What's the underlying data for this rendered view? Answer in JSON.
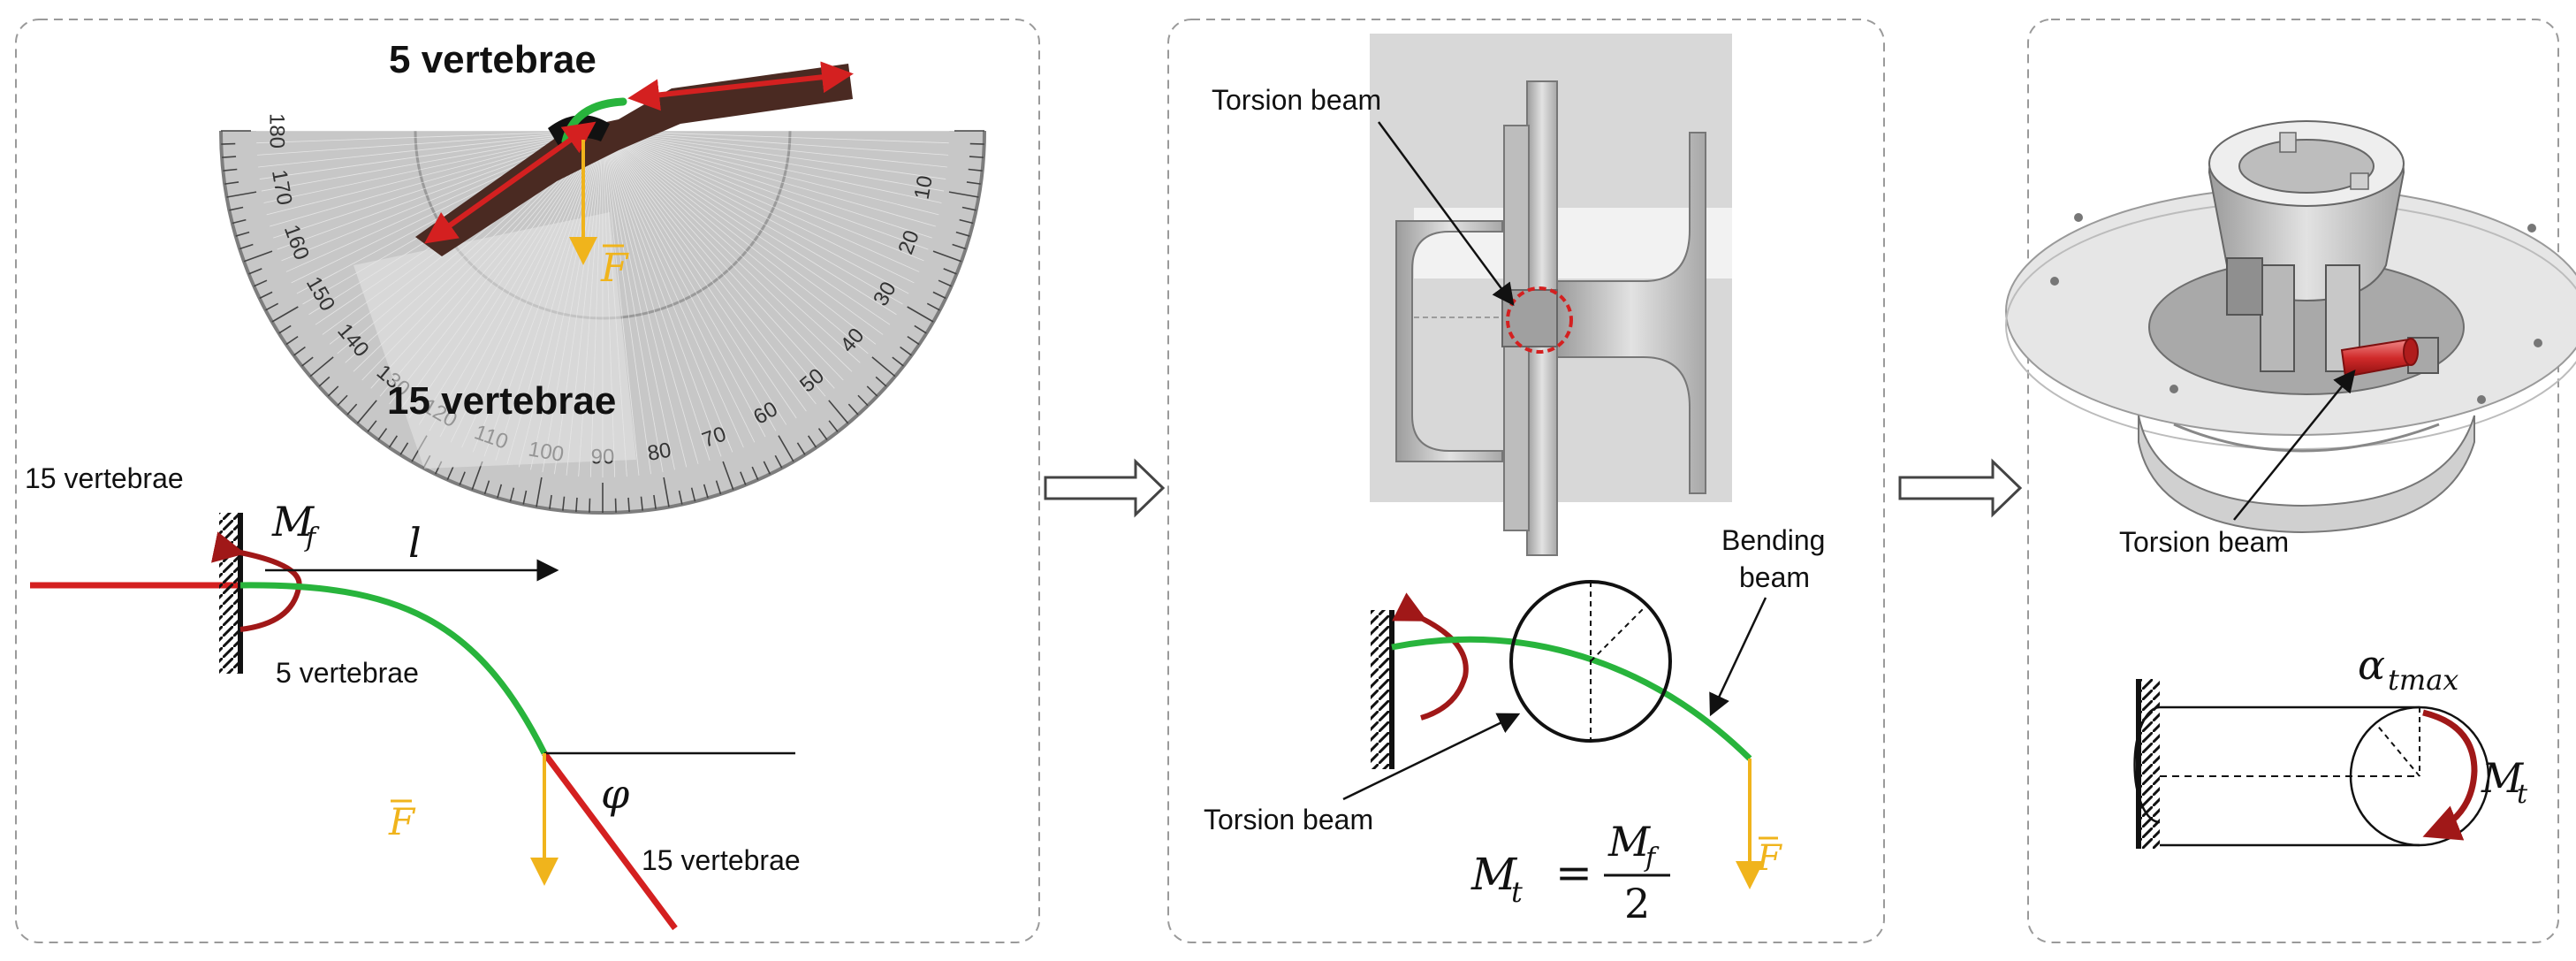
{
  "colors": {
    "red": "#d42020",
    "green": "#28b43c",
    "orange": "#f0b41c",
    "dark_red": "#a01818",
    "panel_border": "#9a9a9a",
    "metal": "#c8c8c8"
  },
  "panel1": {
    "top_label": "5 vertebrae",
    "bottom_label": "15 vertebrae",
    "protractor_ticks_outer": [
      "10",
      "20",
      "30",
      "40",
      "50",
      "60",
      "70",
      "80",
      "90",
      "100",
      "110",
      "120",
      "130",
      "140",
      "150",
      "160",
      "170",
      "180"
    ],
    "force_symbol": "F",
    "fixed_label": "15 vertebrae",
    "moment_symbol": "M",
    "moment_sub": "f",
    "length_symbol": "l",
    "mid_label": "5 vertebrae",
    "angle_symbol": "φ",
    "force_symbol_2": "F",
    "tail_label": "15 vertebrae"
  },
  "panel2": {
    "cad_label": "Torsion beam",
    "bending_label_1": "Bending",
    "bending_label_2": "beam",
    "torsion_label": "Torsion beam",
    "eq_lhs": "M",
    "eq_lhs_sub": "t",
    "eq_equals": "=",
    "eq_num": "M",
    "eq_num_sub": "f",
    "eq_den": "2",
    "force_symbol": "F"
  },
  "panel3": {
    "torsion_label": "Torsion beam",
    "alpha_symbol": "α",
    "alpha_sub": "tmax",
    "moment_symbol": "M",
    "moment_sub": "t"
  }
}
